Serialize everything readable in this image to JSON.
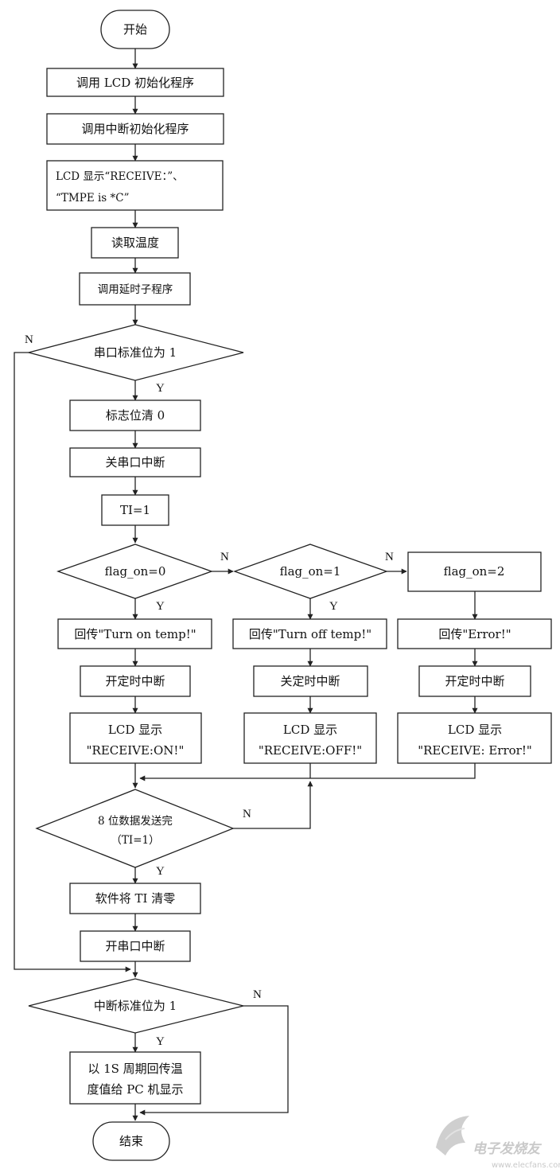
{
  "nodes": {
    "start": "开始",
    "lcd_init": "调用 LCD 初始化程序",
    "int_init": "调用中断初始化程序",
    "lcd_show_1": "LCD 显示“RECEIVE：”、",
    "lcd_show_2": "“TMPE is              *C”",
    "read_temp": "读取温度",
    "delay": "调用延时子程序",
    "serial_flag": "串口标准位为 1",
    "clear_flag": "标志位清 0",
    "close_serial": "关串口中断",
    "ti_set": "TI=1",
    "flag_on_0": "flag_on=0",
    "flag_on_1": "flag_on=1",
    "flag_on_2": "flag_on=2",
    "reply_on": "回传\"Turn on temp!\"",
    "reply_off": "回传\"Turn off temp!\"",
    "reply_err": "回传\"Error!\"",
    "open_timer_1": "开定时中断",
    "close_timer": "关定时中断",
    "open_timer_2": "开定时中断",
    "lcd_on_1": "LCD 显示",
    "lcd_on_2": "\"RECEIVE:ON!\"",
    "lcd_off_1": "LCD 显示",
    "lcd_off_2": "\"RECEIVE:OFF!\"",
    "lcd_err_1": "LCD 显示",
    "lcd_err_2": "\"RECEIVE: Error!\"",
    "send_done_1": "8 位数据发送完",
    "send_done_2": "（TI=1）",
    "clear_ti": "软件将 TI 清零",
    "open_serial": "开串口中断",
    "int_flag": "中断标准位为 1",
    "send_pc_1": "以 1S 周期回传温",
    "send_pc_2": "度值给 PC 机显示",
    "end": "结束"
  },
  "edge_labels": {
    "serial_no": "N",
    "serial_yes": "Y",
    "f0_no": "N",
    "f0_yes": "Y",
    "f1_no": "N",
    "f1_yes": "Y",
    "send_no": "N",
    "send_yes": "Y",
    "int_no": "N",
    "int_yes": "Y"
  },
  "watermark": {
    "text": "电子发烧友",
    "url": "www.elecfans.com"
  },
  "colors": {
    "line": "#222222",
    "background": "#ffffff",
    "watermark": "#c9c9c9"
  }
}
